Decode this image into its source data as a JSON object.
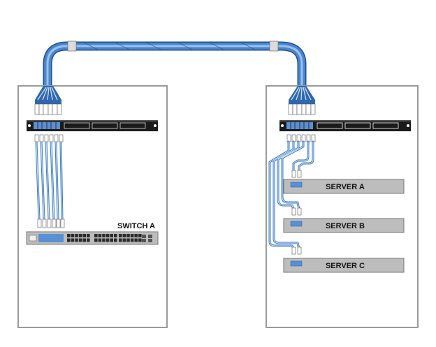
{
  "labels": {
    "switch_a": "SWITCH A",
    "server_a": "SERVER A",
    "server_b": "SERVER B",
    "server_c": "SERVER C"
  },
  "colors": {
    "cable_blue": "#3f7cc4",
    "cable_light": "#9ec4ea",
    "rack_outline": "#9a9a9a",
    "device_gray": "#bdbdbd",
    "panel_dark": "#1a1a1a",
    "port_blue": "#5b8fd4"
  }
}
